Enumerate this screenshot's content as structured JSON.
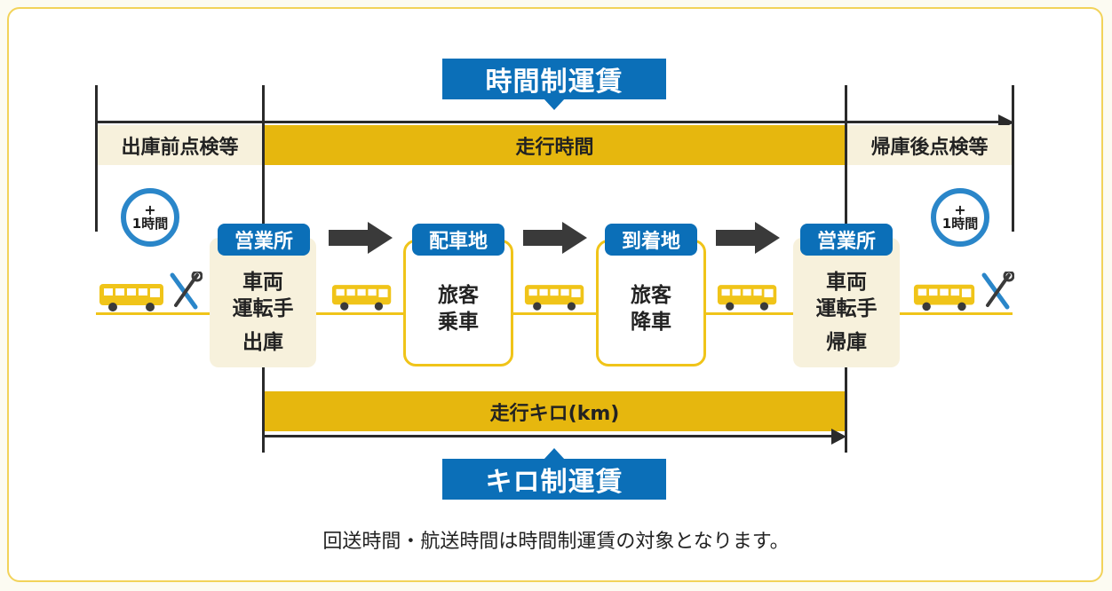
{
  "time_fare_label": "時間制運賃",
  "km_fare_label": "キロ制運賃",
  "pre_check_label": "出庫前点検等",
  "running_time_label": "走行時間",
  "post_check_label": "帰庫後点検等",
  "running_km_label": "走行キロ(km)",
  "pre_clock": {
    "plus": "+",
    "hours": "1時間"
  },
  "post_clock": {
    "plus": "+",
    "hours": "1時間"
  },
  "stations": [
    {
      "tag": "営業所",
      "line1": "車両",
      "line2": "運転手",
      "line3": "出庫"
    },
    {
      "tag": "配車地",
      "line1": "旅客",
      "line2": "乗車"
    },
    {
      "tag": "到着地",
      "line1": "旅客",
      "line2": "降車"
    },
    {
      "tag": "営業所",
      "line1": "車両",
      "line2": "運転手",
      "line3": "帰庫"
    }
  ],
  "footer_note": "回送時間・航送時間は時間制運賃の対象となります。",
  "colors": {
    "blue": "#0b6fb8",
    "yellow": "#e6b70e",
    "cream": "#f7f1dc",
    "line": "#2a2a2a"
  },
  "icons": [
    "bus-icon",
    "wrench-screwdriver-icon",
    "arrow-right-icon",
    "clock-icon"
  ]
}
